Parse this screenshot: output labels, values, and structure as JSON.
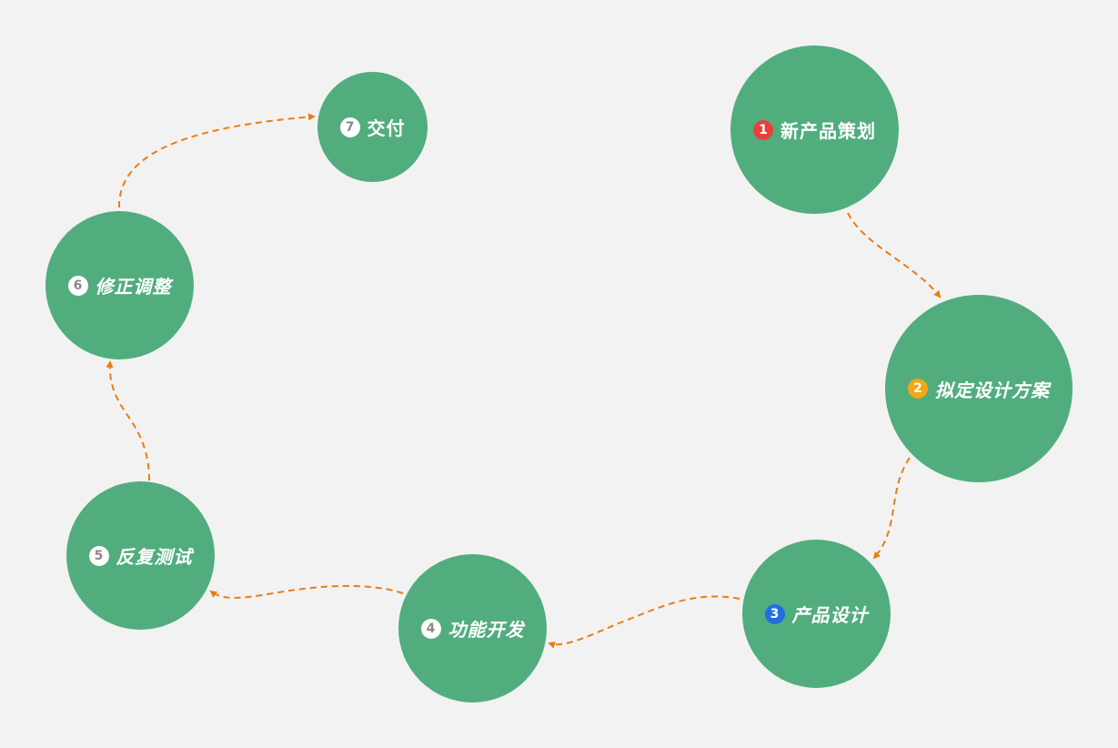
{
  "colors": {
    "background": "#f2f2f2",
    "node_fill": "#52ad7e",
    "arrow": "#ea7d12"
  },
  "steps": [
    {
      "num": "1",
      "label": "新产品策划",
      "badge_color": "#e8413a"
    },
    {
      "num": "2",
      "label": "拟定设计方案",
      "badge_color": "#f3a716"
    },
    {
      "num": "3",
      "label": "产品设计",
      "badge_color": "#1f6fe0"
    },
    {
      "num": "4",
      "label": "功能开发",
      "badge_color": "#8a8a8a"
    },
    {
      "num": "5",
      "label": "反复测试",
      "badge_color": "#8a8a8a"
    },
    {
      "num": "6",
      "label": "修正调整",
      "badge_color": "#8a8a8a"
    },
    {
      "num": "7",
      "label": "交付",
      "badge_color": "#8a8a8a"
    }
  ]
}
